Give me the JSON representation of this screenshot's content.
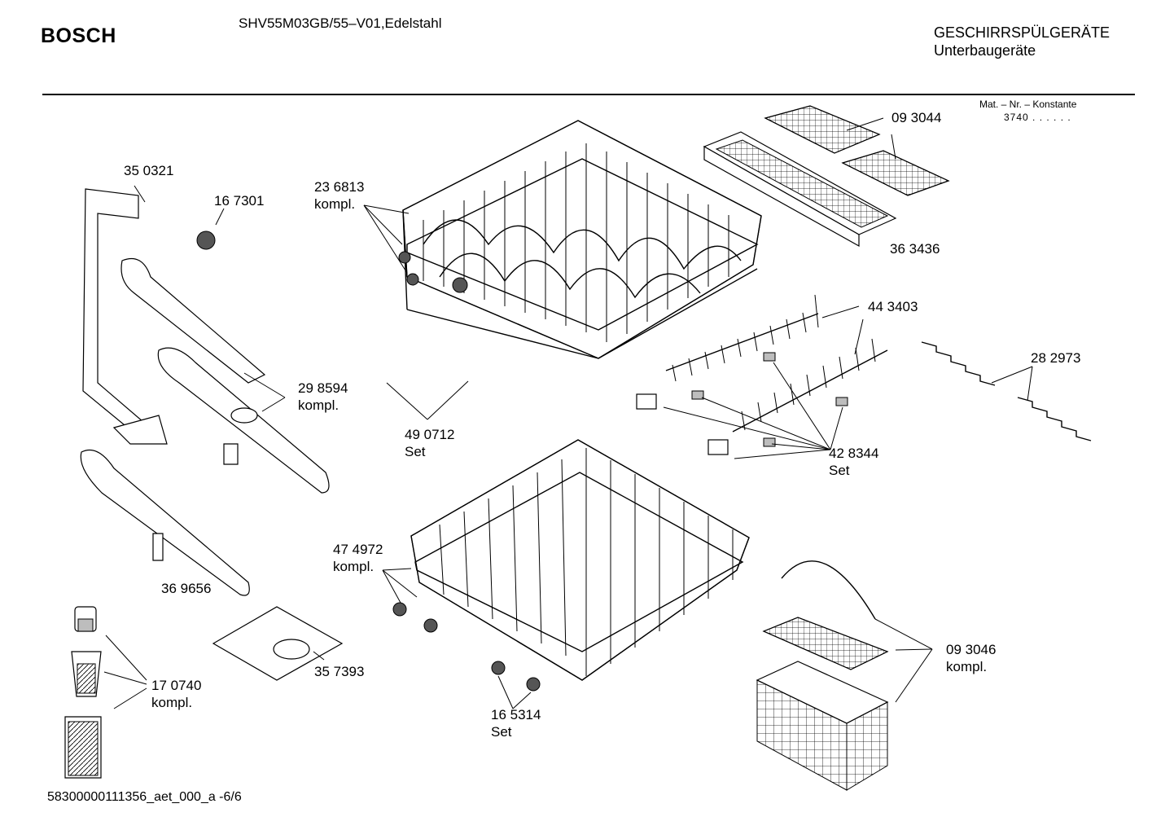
{
  "header": {
    "brand": "BOSCH",
    "model": "SHV55M03GB/55–V01,Edelstahl",
    "category_line1": "GESCHIRRSPÜLGERÄTE",
    "category_line2": "Unterbaugeräte",
    "mat_label": "Mat. – Nr. – Konstante",
    "mat_value": "3740  .  .    .  .  .  ."
  },
  "footer": {
    "doc_id": "58300000111356_aet_000_a  -6/6"
  },
  "parts": [
    {
      "number": "35 0321",
      "note": ""
    },
    {
      "number": "16 7301",
      "note": ""
    },
    {
      "number": "23 6813",
      "note": "kompl."
    },
    {
      "number": "09 3044",
      "note": ""
    },
    {
      "number": "36 3436",
      "note": ""
    },
    {
      "number": "44 3403",
      "note": ""
    },
    {
      "number": "28 2973",
      "note": ""
    },
    {
      "number": "29 8594",
      "note": "kompl."
    },
    {
      "number": "49 0712",
      "note": "Set"
    },
    {
      "number": "42 8344",
      "note": "Set"
    },
    {
      "number": "47 4972",
      "note": "kompl."
    },
    {
      "number": "36 9656",
      "note": ""
    },
    {
      "number": "09 3046",
      "note": "kompl."
    },
    {
      "number": "35 7393",
      "note": ""
    },
    {
      "number": "17 0740",
      "note": "kompl."
    },
    {
      "number": "16 5314",
      "note": "Set"
    }
  ]
}
